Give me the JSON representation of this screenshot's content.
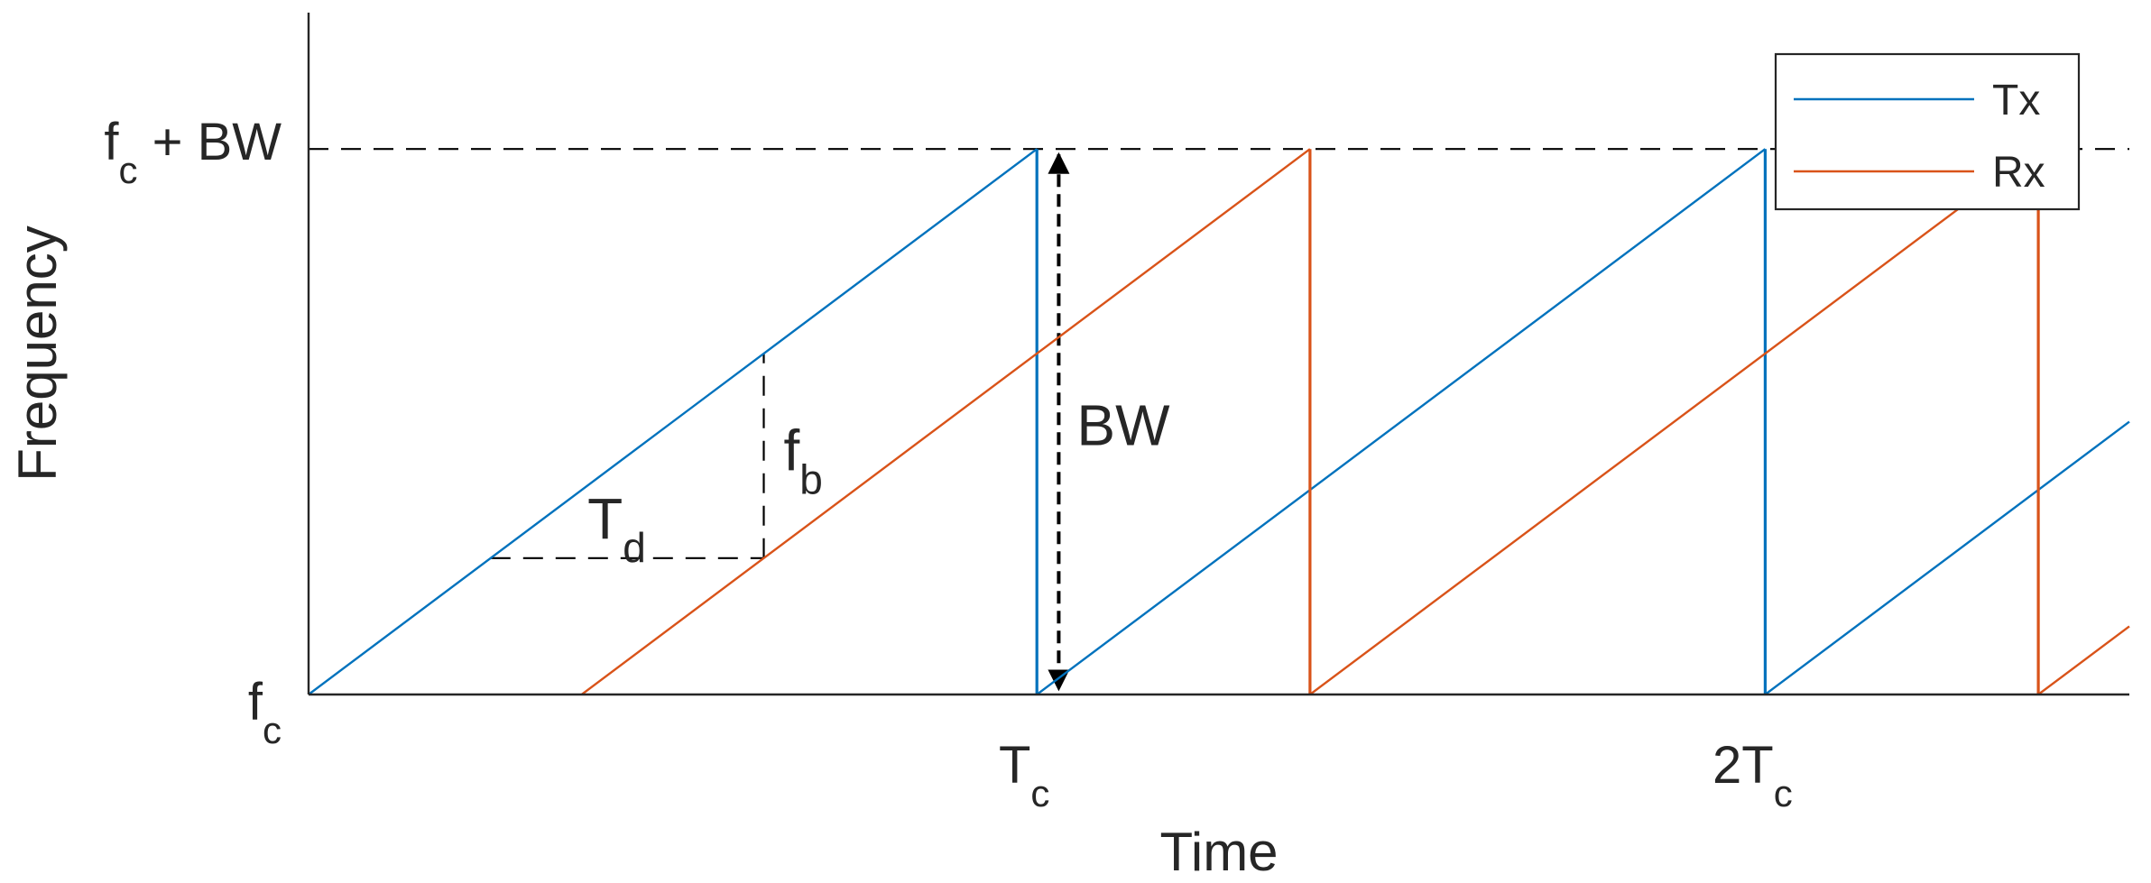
{
  "chart_data": {
    "type": "line",
    "title": "",
    "xlabel": "Time",
    "ylabel": "Frequency",
    "xlim": [
      0,
      2.5
    ],
    "ylim": [
      0,
      1.25
    ],
    "grid": false,
    "legend": {
      "placement": "top-right"
    },
    "x_ticks": [
      {
        "main": "T",
        "sub": "c",
        "value": 1
      },
      {
        "main": "2T",
        "sub": "c",
        "value": 2
      }
    ],
    "y_ticks": [
      {
        "main": "f",
        "sub": "c",
        "suffix": "",
        "value": 0
      },
      {
        "main": "f",
        "sub": "c",
        "suffix": " + BW",
        "value": 1
      }
    ],
    "series": [
      {
        "name": "Tx",
        "color": "#0072BD",
        "points": [
          [
            0,
            0
          ],
          [
            1,
            1
          ],
          [
            1,
            0
          ],
          [
            2,
            1
          ],
          [
            2,
            0
          ],
          [
            2.5,
            0.5
          ]
        ]
      },
      {
        "name": "Rx",
        "color": "#D95319",
        "points": [
          [
            0.375,
            0
          ],
          [
            1.375,
            1
          ],
          [
            1.375,
            0
          ],
          [
            2.375,
            1
          ],
          [
            2.375,
            0
          ],
          [
            2.5,
            0.125
          ]
        ]
      }
    ],
    "annotations": {
      "reference_level": 1,
      "bw_arrow": {
        "x": 1.03,
        "y_from": 0,
        "y_to": 1,
        "label": "BW"
      },
      "td": {
        "x_from": 0.25,
        "x_to": 0.625,
        "y": 0.25,
        "main": "T",
        "sub": "d"
      },
      "fb": {
        "x": 0.625,
        "y_from": 0.25,
        "y_to": 0.625,
        "main": "f",
        "sub": "b"
      }
    }
  }
}
